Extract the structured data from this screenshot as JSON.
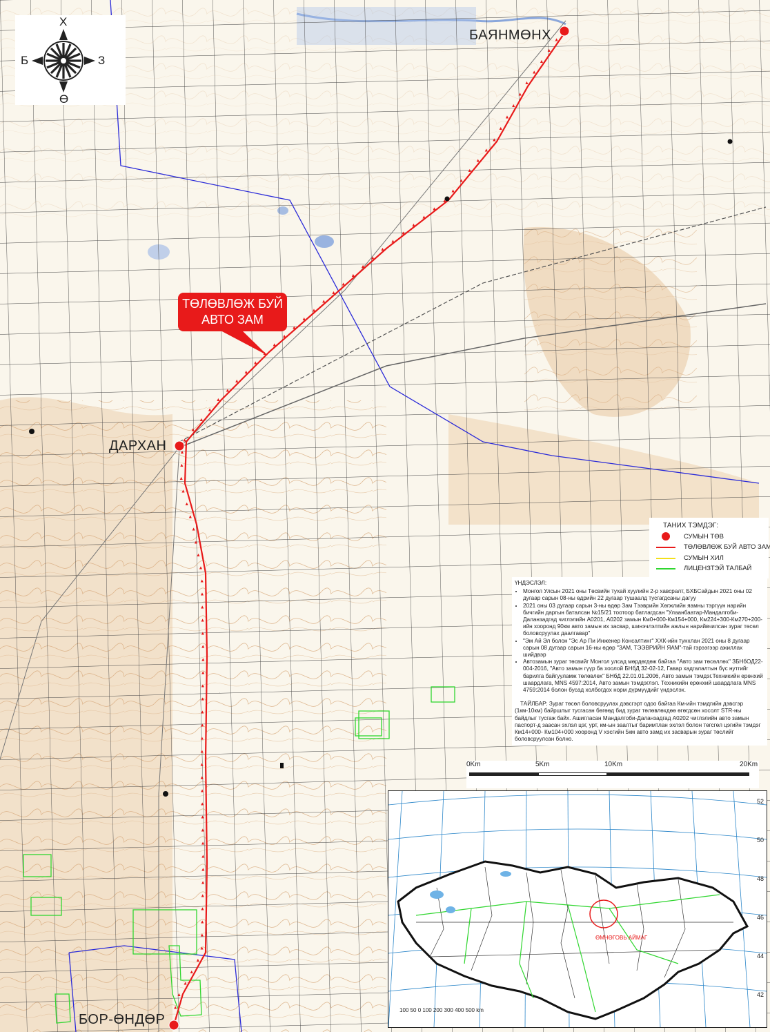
{
  "places": {
    "bayanmunkh": "БАЯНМӨНХ",
    "darkhan": "ДАРХАН",
    "bor_undur": "БОР-ӨНДӨР"
  },
  "compass": {
    "north": "Х",
    "south": "Ө",
    "west": "Б",
    "east": "З"
  },
  "callout": {
    "line1": "ТӨЛӨВЛӨЖ БУЙ",
    "line2": "АВТО ЗАМ"
  },
  "legend": {
    "title": "ТАНИХ ТЭМДЭГ:",
    "items": [
      {
        "label": "СУМЫН ТӨВ",
        "color": "#e81a1a",
        "symbol": "dot"
      },
      {
        "label": "ТӨЛӨВЛӨЖ БУЙ АВТО ЗАМ",
        "color": "#e81a1a",
        "symbol": "line"
      },
      {
        "label": "СУМЫН ХИЛ",
        "color": "#f2e01a",
        "symbol": "line"
      },
      {
        "label": "ЛИЦЕНЗТЭЙ ТАЛБАЙ",
        "color": "#2fd62f",
        "symbol": "line"
      }
    ]
  },
  "notes": {
    "heading": "ҮНДЭСЛЭЛ:",
    "items": [
      "Монгол Улсын 2021 оны Төсвийн тухай хуулийн 2-р хавсралт, БХБСайдын 2021 оны 02 дугаар сарын 08-ны өдрийн 22 дугаар тушаалд тусгагдсаны дагуу",
      "2021 оны 03 дугаар сарын 3-ны өдөр Зам Тээврийн Хөгжлийн яамны тэргүүн нарийн бичгийн даргын баталсан №15/21 тоотоор батлагдсан \"Улаанбаатар-Мандалгоби-Даланзадгад чиглэлийн А0201, А0202 замын Км0+000-Км154+000, Км224+300-Км270+200-ийн хооронд 90км авто замын их засвар, шинэчлэлтийн ажлын нарийвчилсан зураг төсөл боловсруулах даалгавар\"",
      "\"Эм Ай Эл болон \"Эс Ар Пи Инженер Консалтинг\" ХХК-ийн тунхлан 2021 оны 8 дугаар сарын 08 дугаар сарын 16-ны өдөр \"ЗАМ, ТЭЭВРИЙН ЯАМ\"-тай гэрээгээр ажиллах шийдвэр",
      "Автозамын зураг төсвийг Монгол улсад мөрдөгдөж байгаа \"Авто зам төсөллөх\" ЗБНбОД22-004-2016, \"Авто замын гүүр ба хоолой БНбД 32-02-12, Гавар хадгалалтын бүс нутгийг барилга байгууламж төлөвлөх\" БНбД 22.01.01.2006, Авто замын тэмдэг.Техникийн ерөнхий шаардлага, MNS 4597:2014, Авто замын тэмдэглэл. Техникийн ерөнхий шаардлага MNS 4759:2014 болон бусад холбогдох норм дүрмүүдийг үндэслэх."
    ],
    "remark": "ТАЙЛБАР: Зураг төсөл боловсруулах дэвсгэрт одоо байгаа Км-ийн тэмдгийн дэвсгэр (1км-10км) байршлыг тусгасан бөгөөд бид зураг төлөвлөхдөө өгөгдсөн хосолт STR-ны байдлыг тусгаж байх. Ашигласан Мандалгоби-Даланзадгад А0202 чиглэлийн авто замын паспорт-д заасан эхлэл цэг, урт, км-ын заалтыг баримтлан эхлэл болон төгсгөл цэгийн тэмдэг Км14+000- Км104+000 хооронд V хэсгийн 5км авто замд их засварын зураг төслийг боловсруулсан болно."
  },
  "scale": {
    "ticks": [
      "0Km",
      "5Km",
      "10Km",
      "20Km"
    ]
  },
  "inset": {
    "latitudes": [
      "52",
      "50",
      "48",
      "46",
      "44",
      "42"
    ],
    "scale_text": "100 50 0   100  200  300  400  500 km",
    "highlight": "ӨМНӨГОВЬ АЙМАГ"
  }
}
